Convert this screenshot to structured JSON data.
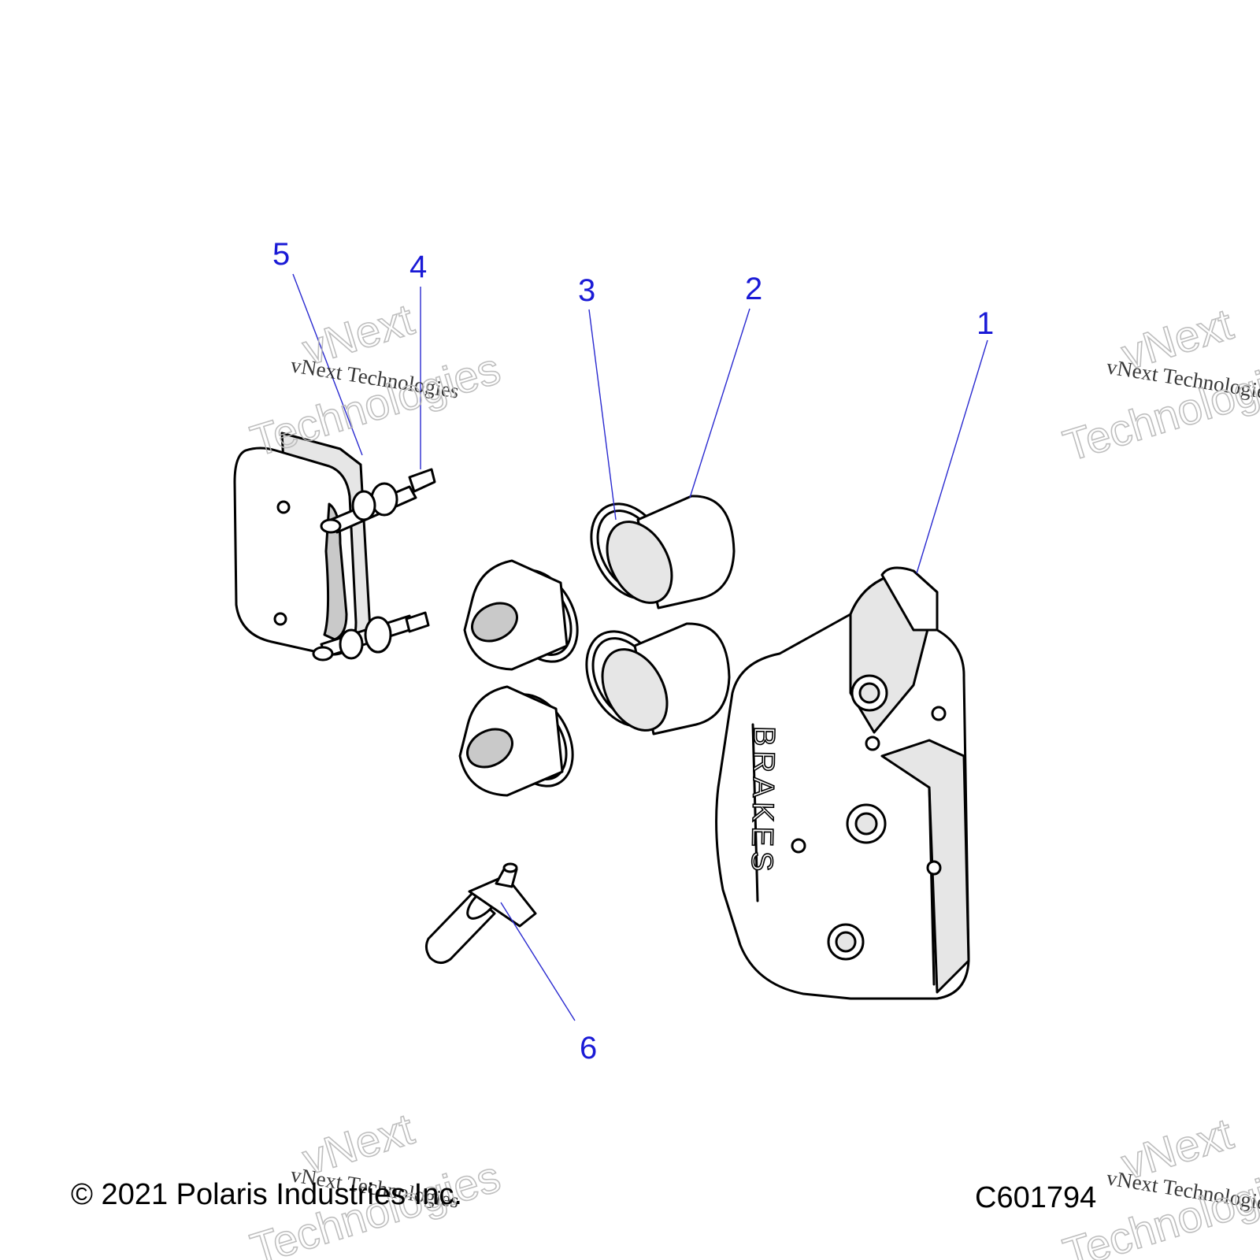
{
  "diagram": {
    "callouts": [
      "1",
      "2",
      "3",
      "4",
      "5",
      "6"
    ],
    "stamp_text": "BRAKES"
  },
  "footer": {
    "copyright": "© 2021 Polaris Industries Inc.",
    "drawing_id": "C601794"
  },
  "watermark": {
    "line_small": "vNext Technologies",
    "line_big_1": "vNext",
    "line_big_2": "Technologies"
  }
}
